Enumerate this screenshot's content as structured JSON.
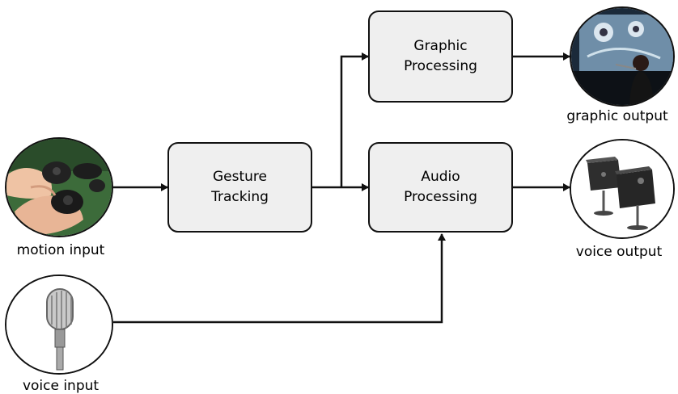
{
  "nodes": {
    "gesture_tracking": {
      "line1": "Gesture",
      "line2": "Tracking"
    },
    "graphic_processing": {
      "line1": "Graphic",
      "line2": "Processing"
    },
    "audio_processing": {
      "line1": "Audio",
      "line2": "Processing"
    }
  },
  "captions": {
    "motion_input": "motion input",
    "voice_input": "voice input",
    "graphic_output": "graphic output",
    "voice_output": "voice output"
  },
  "icons": {
    "motion_input": "game-controller-hands-icon",
    "voice_input": "studio-microphone-icon",
    "graphic_output": "stage-projection-performer-icon",
    "voice_output": "speakers-icon"
  },
  "colors": {
    "box_fill": "#efefef",
    "stroke": "#111111"
  }
}
